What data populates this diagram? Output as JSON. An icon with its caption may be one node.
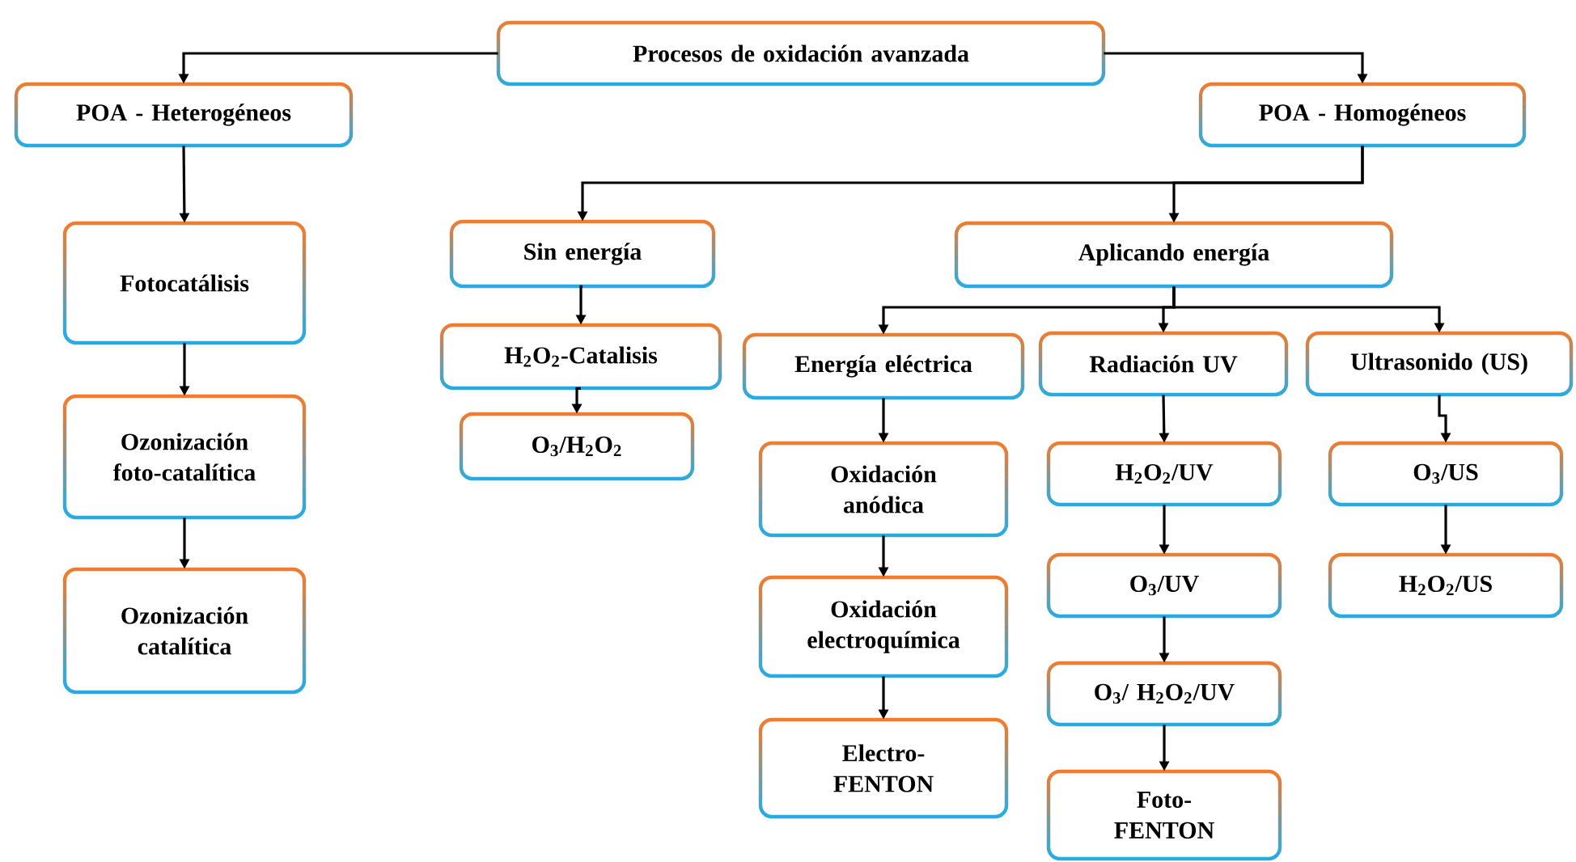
{
  "diagram": {
    "nodes": [
      {
        "text": [
          "Procesos de oxidación avanzada"
        ]
      },
      {
        "text": [
          "POA - Heterogéneos"
        ]
      },
      {
        "text": [
          "POA - Homogéneos"
        ]
      },
      {
        "text": [
          "Fotocatálisis"
        ]
      },
      {
        "text": [
          "Ozonización foto-catalítica"
        ]
      },
      {
        "text": [
          "Ozonización catalítica"
        ]
      },
      {
        "text": [
          "Sin energía"
        ]
      },
      {
        "text": [
          "H$_{2}$O$_{2}$-Catalisis"
        ]
      },
      {
        "text": [
          "O$_{3}$/H$_{2}$O$_{2}$"
        ]
      },
      {
        "text": [
          "Aplicando energía"
        ]
      },
      {
        "text": [
          "Energía eléctrica"
        ]
      },
      {
        "text": [
          "Oxidación anódica"
        ]
      },
      {
        "text": [
          "Oxidación electroquímica"
        ]
      },
      {
        "text": [
          "Electro- FENTON"
        ]
      },
      {
        "text": [
          "Radiación UV"
        ]
      },
      {
        "text": [
          "H$_{2}$O$_{2}$/UV"
        ]
      },
      {
        "text": [
          "O$_{3}$/UV"
        ]
      },
      {
        "text": [
          "O$_{3}$/ H$_{2}$O$_{2}$/UV"
        ]
      },
      {
        "text": [
          "Foto- FENTON"
        ]
      },
      {
        "text": [
          "Ultrasonido (US)"
        ]
      },
      {
        "text": [
          "O$_{3}$/US"
        ]
      },
      {
        "text": [
          "H$_{2}$O$_{2}$/US"
        ]
      }
    ],
    "edges": [
      {
        "from": 0,
        "to": 1,
        "arrow": "to"
      },
      {
        "from": 0,
        "to": 2,
        "arrow": "to"
      },
      {
        "from": 1,
        "to": 3,
        "arrow": "to"
      },
      {
        "from": 3,
        "to": 4,
        "arrow": "to"
      },
      {
        "from": 4,
        "to": 5,
        "arrow": "to"
      },
      {
        "from": 2,
        "to": 6,
        "arrow": "to"
      },
      {
        "from": 2,
        "to": 9,
        "arrow": "to"
      },
      {
        "from": 6,
        "to": 7,
        "arrow": "to"
      },
      {
        "from": 7,
        "to": 8,
        "arrow": "to"
      },
      {
        "from": 9,
        "to": 10,
        "arrow": "to"
      },
      {
        "from": 9,
        "to": 14,
        "arrow": "to"
      },
      {
        "from": 9,
        "to": 19,
        "arrow": "to"
      },
      {
        "from": 10,
        "to": 11,
        "arrow": "to"
      },
      {
        "from": 11,
        "to": 12,
        "arrow": "to"
      },
      {
        "from": 12,
        "to": 13,
        "arrow": "to"
      },
      {
        "from": 14,
        "to": 15,
        "arrow": "to"
      },
      {
        "from": 15,
        "to": 16,
        "arrow": "to"
      },
      {
        "from": 16,
        "to": 17,
        "arrow": "to"
      },
      {
        "from": 17,
        "to": 18,
        "arrow": "to"
      },
      {
        "from": 19,
        "to": 20,
        "arrow": "to"
      },
      {
        "from": 20,
        "to": 21,
        "arrow": "to"
      }
    ]
  }
}
